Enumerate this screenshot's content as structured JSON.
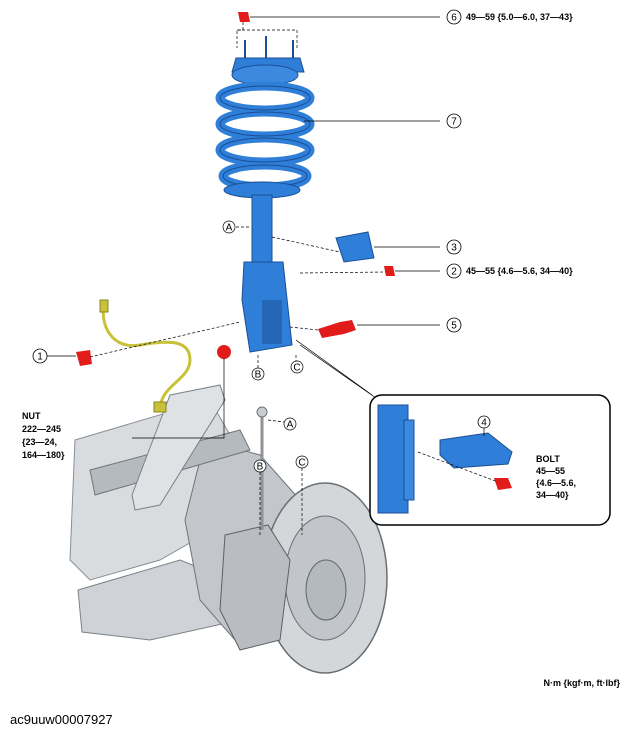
{
  "callouts": {
    "c1": {
      "num": "1"
    },
    "c2": {
      "num": "2",
      "torque": "45—55 {4.6—5.6, 34—40}"
    },
    "c3": {
      "num": "3"
    },
    "c4": {
      "num": "4"
    },
    "c5": {
      "num": "5"
    },
    "c6": {
      "num": "6",
      "torque": "49—59 {5.0—6.0, 37—43}"
    },
    "c7": {
      "num": "7"
    }
  },
  "refs": {
    "a": "A",
    "b": "B",
    "c": "C"
  },
  "nut": {
    "title": "NUT",
    "line1": "222—245",
    "line2": "{23—24,",
    "line3": "164—180}"
  },
  "bolt": {
    "title": "BOLT",
    "line1": "45—55",
    "line2": "{4.6—5.6,",
    "line3": "34—40}"
  },
  "units": "N·m {kgf·m, ft·lbf}",
  "caption": "ac9uuw00007927",
  "colors": {
    "strut": "#2f7fd8",
    "strut_dark": "#1a4f96",
    "fastener": "#e21b1b",
    "hose": "#c8c23a",
    "knuckle": "#bfc3c7"
  }
}
